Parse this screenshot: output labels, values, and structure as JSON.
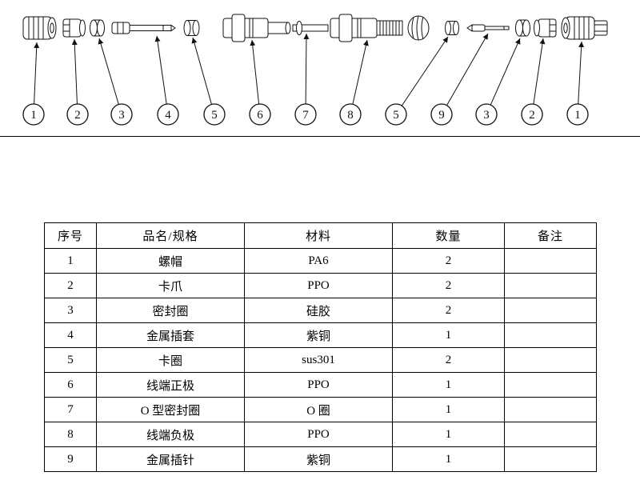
{
  "diagram": {
    "callouts": [
      "1",
      "2",
      "3",
      "4",
      "5",
      "6",
      "7",
      "8",
      "5",
      "9",
      "3",
      "2",
      "1"
    ]
  },
  "table": {
    "headers": [
      "序号",
      "品名/规格",
      "材料",
      "数量",
      "备注"
    ],
    "rows": [
      {
        "no": "1",
        "name": "螺帽",
        "material": "PA6",
        "qty": "2",
        "note": ""
      },
      {
        "no": "2",
        "name": "卡爪",
        "material": "PPO",
        "qty": "2",
        "note": ""
      },
      {
        "no": "3",
        "name": "密封圈",
        "material": "硅胶",
        "qty": "2",
        "note": ""
      },
      {
        "no": "4",
        "name": "金属插套",
        "material": "紫铜",
        "qty": "1",
        "note": ""
      },
      {
        "no": "5",
        "name": "卡圈",
        "material": "sus301",
        "qty": "2",
        "note": ""
      },
      {
        "no": "6",
        "name": "线端正极",
        "material": "PPO",
        "qty": "1",
        "note": ""
      },
      {
        "no": "7",
        "name": "O 型密封圈",
        "material": "O 圈",
        "qty": "1",
        "note": ""
      },
      {
        "no": "8",
        "name": "线端负极",
        "material": "PPO",
        "qty": "1",
        "note": ""
      },
      {
        "no": "9",
        "name": "金属插针",
        "material": "紫铜",
        "qty": "1",
        "note": ""
      }
    ]
  }
}
